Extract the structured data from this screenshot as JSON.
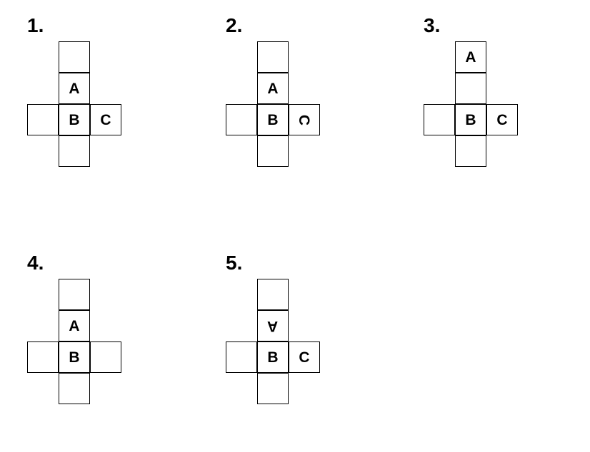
{
  "nets": [
    {
      "number": "1.",
      "cells": [
        {
          "label": ""
        },
        {
          "label": "A"
        },
        {
          "label": ""
        },
        {
          "label": "B"
        },
        {
          "label": "C",
          "rotation": 0
        },
        {
          "label": ""
        }
      ]
    },
    {
      "number": "2.",
      "cells": [
        {
          "label": ""
        },
        {
          "label": "A"
        },
        {
          "label": ""
        },
        {
          "label": "B"
        },
        {
          "label": "C",
          "rotation": 90
        },
        {
          "label": ""
        }
      ]
    },
    {
      "number": "3.",
      "cells": [
        {
          "label": "A"
        },
        {
          "label": ""
        },
        {
          "label": ""
        },
        {
          "label": "B"
        },
        {
          "label": "C",
          "rotation": 0
        },
        {
          "label": ""
        }
      ]
    },
    {
      "number": "4.",
      "cells": [
        {
          "label": ""
        },
        {
          "label": "A"
        },
        {
          "label": ""
        },
        {
          "label": "B"
        },
        {
          "label": ""
        },
        {
          "label": ""
        }
      ]
    },
    {
      "number": "5.",
      "cells": [
        {
          "label": ""
        },
        {
          "label": "A",
          "rotation": 180
        },
        {
          "label": ""
        },
        {
          "label": "B"
        },
        {
          "label": "C",
          "rotation": 0
        },
        {
          "label": ""
        }
      ]
    }
  ]
}
